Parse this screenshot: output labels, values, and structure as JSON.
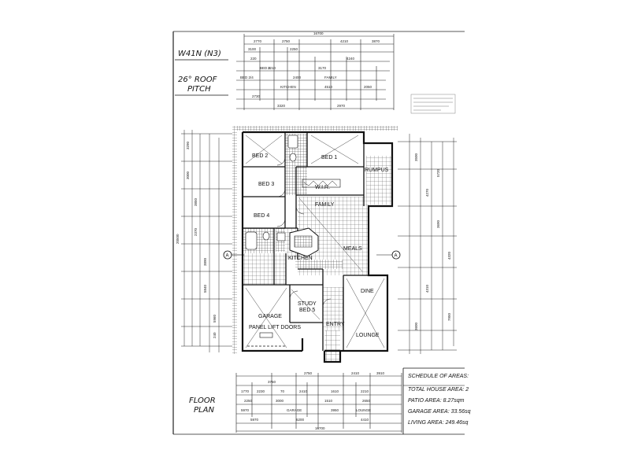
{
  "plan": {
    "code": "W41N (N3)",
    "roof_pitch_line1": "26° ROOF",
    "roof_pitch_line2": "PITCH",
    "title_line1": "FLOOR",
    "title_line2": "PLAN",
    "overall_width_top": "16700",
    "overall_width_bottom": "16700",
    "side_dimension": "20500"
  },
  "rooms": {
    "bed1": "BED 1",
    "bed2": "BED 2",
    "bed3": "BED 3",
    "bed4": "BED 4",
    "wir": "W.I.R.",
    "family": "FAMILY",
    "rumpus": "RUMPUS",
    "meals": "MEALS",
    "kitchen": "KITCHEN",
    "study_line1": "STUDY",
    "study_line2": "BED 5",
    "garage": "GARAGE",
    "dine": "DINE",
    "lounge": "LOUNGE",
    "garage_door": "PANEL LIFT DOORS",
    "entry": "ENTRY"
  },
  "schedule": {
    "title": "SCHEDULE OF AREAS:",
    "total": "TOTAL HOUSE AREA: 2",
    "patio": "PATIO AREA: 8.27sqm",
    "garage": "GARAGE AREA: 33.56sq",
    "living": "LIVING AREA: 249.46sq"
  },
  "dims": {
    "top_row1": [
      "2770",
      "2750",
      "4210",
      "3870"
    ],
    "top_row2": [
      "3100",
      "2250",
      "3170",
      "4240"
    ],
    "bottom_row1": [
      "3750",
      "2750",
      "2410",
      "3910"
    ],
    "bottom_row2": [
      "5970",
      "6200",
      "4410"
    ]
  }
}
